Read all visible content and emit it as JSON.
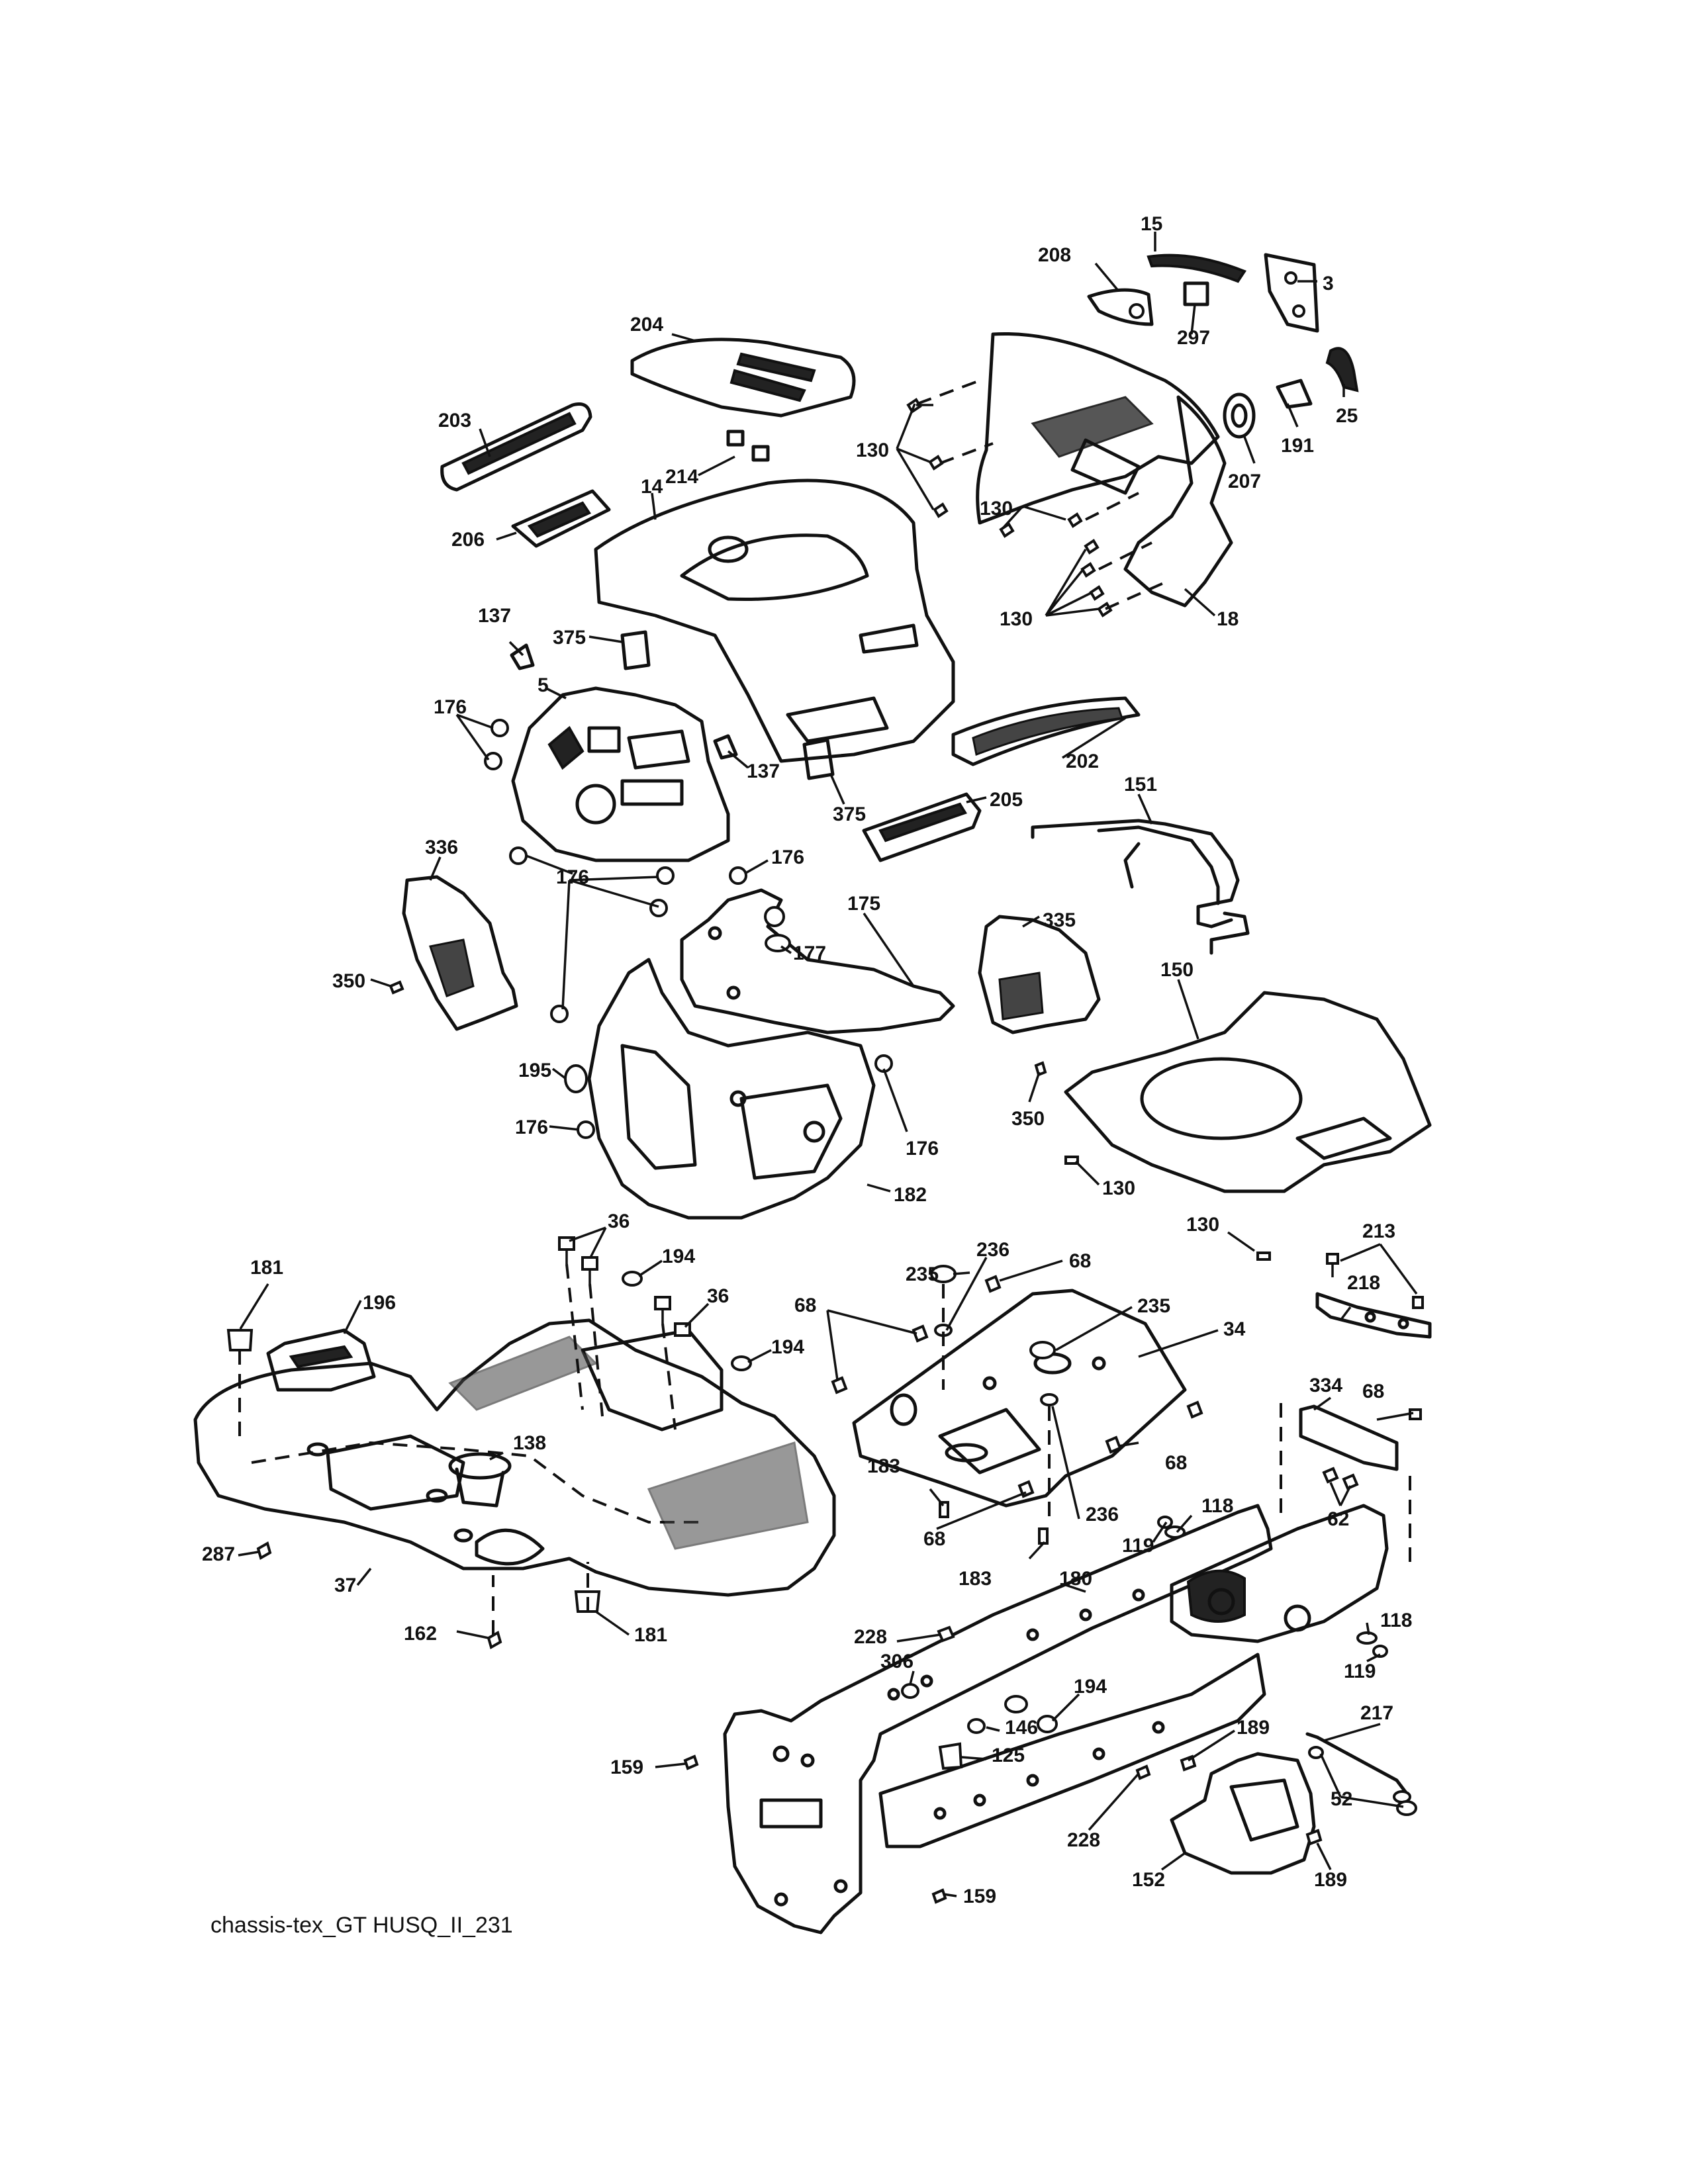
{
  "diagram": {
    "caption": "chassis-tex_GT HUSQ_II_231",
    "callouts": [
      "15",
      "208",
      "3",
      "297",
      "25",
      "204",
      "191",
      "207",
      "203",
      "130",
      "214",
      "14",
      "206",
      "130",
      "137",
      "375",
      "18",
      "130",
      "5",
      "176",
      "137",
      "202",
      "375",
      "205",
      "151",
      "336",
      "176",
      "176",
      "175",
      "177",
      "335",
      "350",
      "150",
      "195",
      "350",
      "176",
      "176",
      "182",
      "130",
      "130",
      "181",
      "196",
      "36",
      "194",
      "36",
      "194",
      "235",
      "236",
      "68",
      "68",
      "235",
      "34",
      "213",
      "218",
      "68",
      "334",
      "138",
      "183",
      "68",
      "287",
      "37",
      "162",
      "181",
      "118",
      "236",
      "119",
      "68",
      "183",
      "180",
      "62",
      "228",
      "306",
      "194",
      "146",
      "125",
      "159",
      "118",
      "119",
      "217",
      "189",
      "52",
      "228",
      "152",
      "189",
      "159"
    ]
  }
}
